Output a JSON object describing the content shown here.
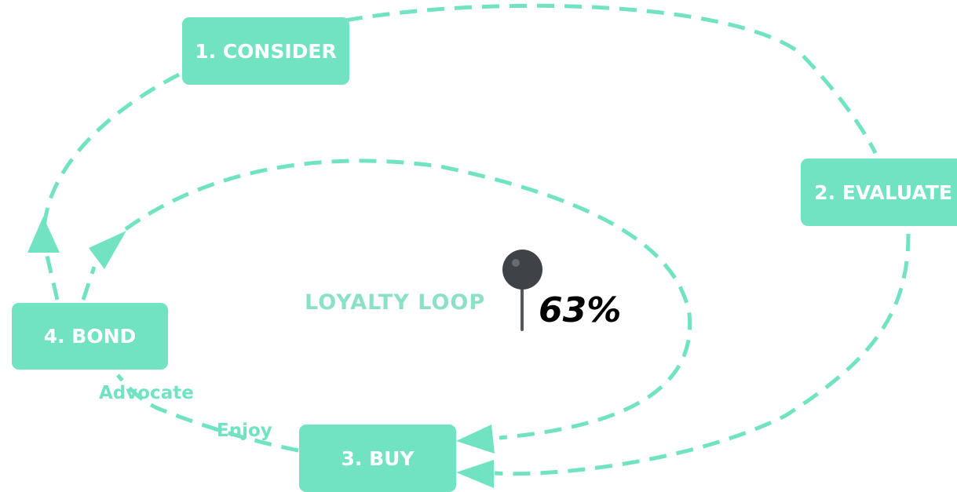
{
  "stages": {
    "consider": "1. CONSIDER",
    "evaluate": "2. EVALUATE",
    "buy": "3. BUY",
    "bond": "4. BOND"
  },
  "loop_labels": {
    "advocate": "Advocate",
    "enjoy": "Enjoy"
  },
  "center": {
    "title": "LOYALTY LOOP",
    "percent": "63%"
  },
  "colors": {
    "accent": "#71e3c3",
    "title_text": "#8be0c8",
    "pin": "#3f4247",
    "box_text": "#ffffff"
  },
  "icons": {
    "marker": "map-pin-icon"
  }
}
